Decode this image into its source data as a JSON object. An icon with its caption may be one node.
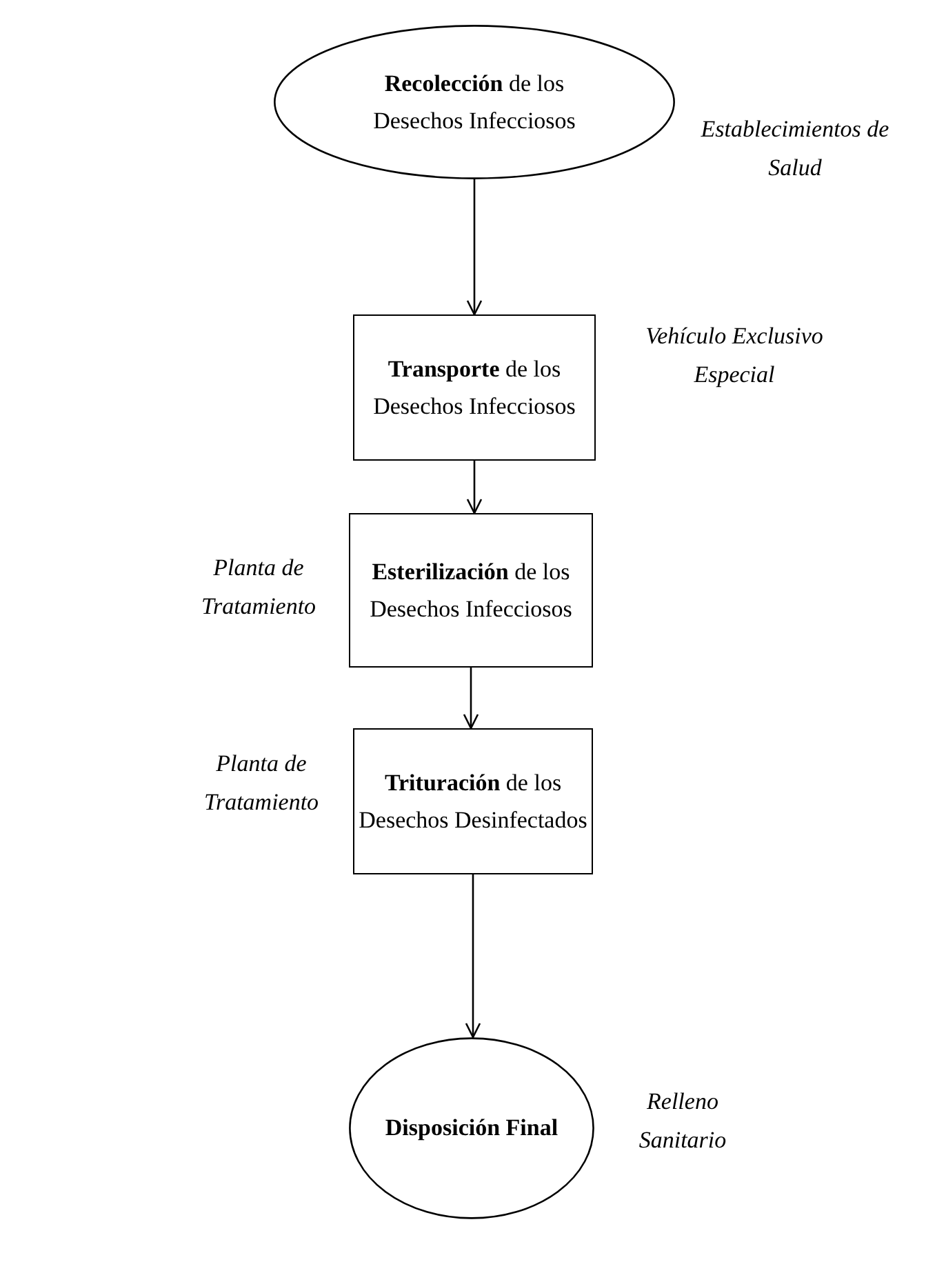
{
  "diagram": {
    "nodes": [
      {
        "text": [
          "**Recolección** de los Desechos Infecciosos"
        ],
        "beside": [
          "Establecimientos de Salud"
        ]
      },
      {
        "text": [
          "**Transporte** de los Desechos Infecciosos"
        ],
        "beside": [
          "Vehículo Exclusivo Especial"
        ]
      },
      {
        "text": [
          "**Esterilización** de los Desechos Infecciosos"
        ],
        "beside": [
          "Planta de Tratamiento"
        ]
      },
      {
        "text": [
          "**Trituración** de los Desechos Desinfectados"
        ],
        "beside": [
          "Planta de Tratamiento"
        ]
      },
      {
        "text": [
          "Disposición Final"
        ],
        "beside": [
          "Relleno Sanitario"
        ]
      }
    ],
    "edges": [
      {
        "from": 0,
        "to": 1,
        "arrow": "to"
      },
      {
        "from": 1,
        "to": 2,
        "arrow": "to"
      },
      {
        "from": 2,
        "to": 3,
        "arrow": "to"
      },
      {
        "from": 3,
        "to": 4,
        "arrow": "to"
      }
    ]
  }
}
